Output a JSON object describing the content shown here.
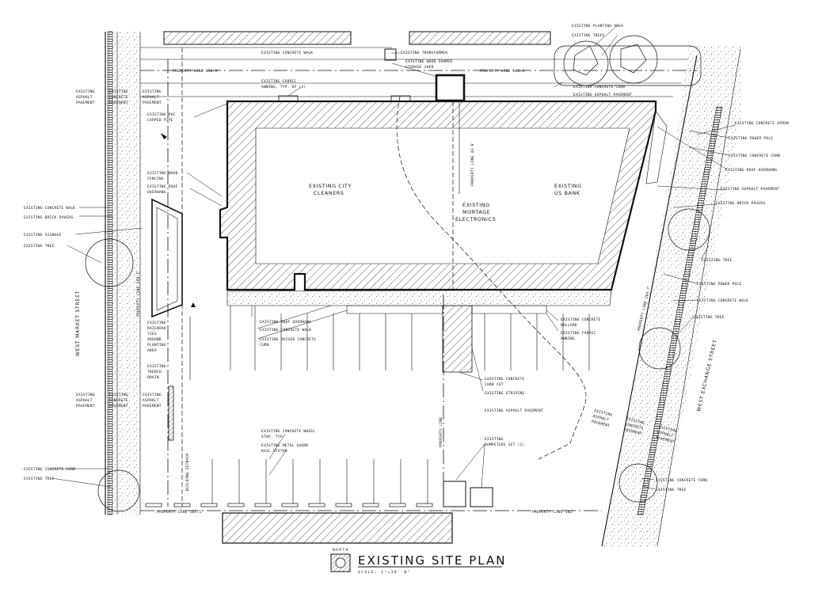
{
  "title": {
    "main": "EXISTING SITE PLAN",
    "north": "NORTH",
    "scale": "SCALE: 1\"=30'-0\""
  },
  "streets": {
    "west": "WEST MARKET STREET",
    "east": "WEST EXCHANGE STREET"
  },
  "buildings": {
    "cleaners_line1": "EXISTING CITY",
    "cleaners_line2": "CLEANERS",
    "bank_line1": "EXISTING",
    "bank_line2": "US BANK",
    "mortage_line1": "EXISTING",
    "mortage_line2": "MORTAGE",
    "mortage_line3": "ELECTRONICS"
  },
  "property_lines": {
    "north_left": "PROPERTY LINE 158.9'",
    "north_right": "PROPERTY LINE 180.4'",
    "west": "PROPERTY LINE 169.1'",
    "east": "PROPERTY LINE 264.7'",
    "south_left": "PROPERTY LINE 165.1'",
    "south_right": "PROPERTY LINE 182'",
    "inner_upper": "PROPERTY LINE 43.9'",
    "inner_lower": "PROPERTY LINE",
    "north_drive": "BUILDING SETBACK"
  },
  "labels": {
    "north_walk": "EXISTING CONCRETE WALK",
    "transformer": "EXISTING TRANSFORMER",
    "storage_1": "EXISTING WOOD FRAMED",
    "storage_2": "STORAGE SHED",
    "awning_1": "EXISTING FABRIC",
    "awning_2": "AWNING, TYP. OF (3)",
    "asphalt_nw_1": "EXISTING",
    "asphalt_nw_2": "ASPHALT",
    "asphalt_nw_3": "PAVEMENT",
    "concrete_nw_1": "EXISTING",
    "concrete_nw_2": "CONCRETE",
    "concrete_nw_3": "PAVEMENT",
    "asphalt_nw2_1": "EXISTING",
    "asphalt_nw2_2": "ASPHALT",
    "asphalt_nw2_3": "PAVEMENT",
    "capped_pipe_1": "EXISTING PVC",
    "capped_pipe_2": "CAPPED PIPE",
    "wood_fence_1": "EXISTING WOOD",
    "wood_fence_2": "FENCING",
    "roof_overhang_w_1": "EXISTING ROOF",
    "roof_overhang_w_2": "OVERHANG",
    "concrete_walk_w": "EXISTING CONCRETE WALK",
    "brick_pavers_w": "EXISTING BRICK PAVERS",
    "signage": "EXISTING SIGNAGE",
    "tree_w": "EXISTING TREE",
    "railroad_1": "EXISTING",
    "railroad_2": "RAILROAD",
    "railroad_3": "TIES",
    "railroad_4": "AROUND",
    "railroad_5": "PLANTING",
    "railroad_6": "AREA",
    "trench_1": "EXISTING",
    "trench_2": "TRENCH",
    "trench_3": "DRAIN",
    "asphalt_sw_1": "EXISTING",
    "asphalt_sw_2": "ASPHALT",
    "asphalt_sw_3": "PAVEMENT",
    "concrete_sw_1": "EXISTING",
    "concrete_sw_2": "CONCRETE",
    "concrete_sw_3": "PAVEMENT",
    "asphalt_sw2_1": "EXISTING",
    "asphalt_sw2_2": "ASPHALT",
    "asphalt_sw2_3": "PAVEMENT",
    "curb_sw": "EXISTING CONCRETE CURB",
    "tree_sw": "EXISTING TREE",
    "wheel_stop_1": "EXISTING CONCRETE WHEEL",
    "wheel_stop_2": "STOP, TYP.",
    "guard_rail_1": "EXISTING METAL GUARD",
    "guard_rail_2": "RAIL SYSTEM",
    "dumpsters_1": "EXISTING",
    "dumpsters_2": "DUMPSTERS SET (2)",
    "roof_overhang_s": "EXISTING ROOF OVERHANG",
    "concrete_walk_s": "EXISTING CONCRETE WALK",
    "raised_curb_1": "EXISTING RAISED CONCRETE",
    "raised_curb_2": "CURB",
    "bollard_1": "EXISTING CONCRETE",
    "bollard_2": "BOLLARD",
    "fabric_awning_1": "EXISTING FABRIC",
    "fabric_awning_2": "AWNING",
    "curb_cut_1": "EXISTING CONCRETE",
    "curb_cut_2": "CURB CUT",
    "striping": "EXISTING STRIPING",
    "asphalt_mid": "EXISTING ASPHALT PAVEMENT",
    "planting_area": "EXISTING PLANTING AREA",
    "trees_ne": "EXISTING TREES",
    "curb_ne": "EXISTING CONCRETE CURB",
    "asphalt_ne": "EXISTING ASPHALT PAVEMENT",
    "apron_e": "EXISTING CONCRETE APRON",
    "power_pole_e1": "EXISTING POWER POLE",
    "curb_e": "EXISTING CONCRETE CURB",
    "roof_overhang_e": "EXISTING ROOF OVERHANG",
    "asphalt_e": "EXISTING ASPHALT PAVEMENT",
    "brick_pavers_e": "EXISTING BRICK PAVERS",
    "tree_e1": "EXISTING TREE",
    "power_pole_e2": "EXISTING POWER POLE",
    "concrete_walk_e": "EXISTING CONCRETE WALK",
    "tree_e2": "EXISTING TREE",
    "asphalt_se_1": "EXISTING",
    "asphalt_se_2": "ASPHALT",
    "asphalt_se_3": "PAVEMENT",
    "concrete_se_1": "EXISTING",
    "concrete_se_2": "CONCRETE",
    "concrete_se_3": "PAVEMENT",
    "asphalt_se2_1": "EXISTING",
    "asphalt_se2_2": "ASPHALT",
    "asphalt_se2_3": "PAVEMENT",
    "curb_se": "EXISTING CONCRETE CURB",
    "tree_se": "EXISTING TREE"
  }
}
